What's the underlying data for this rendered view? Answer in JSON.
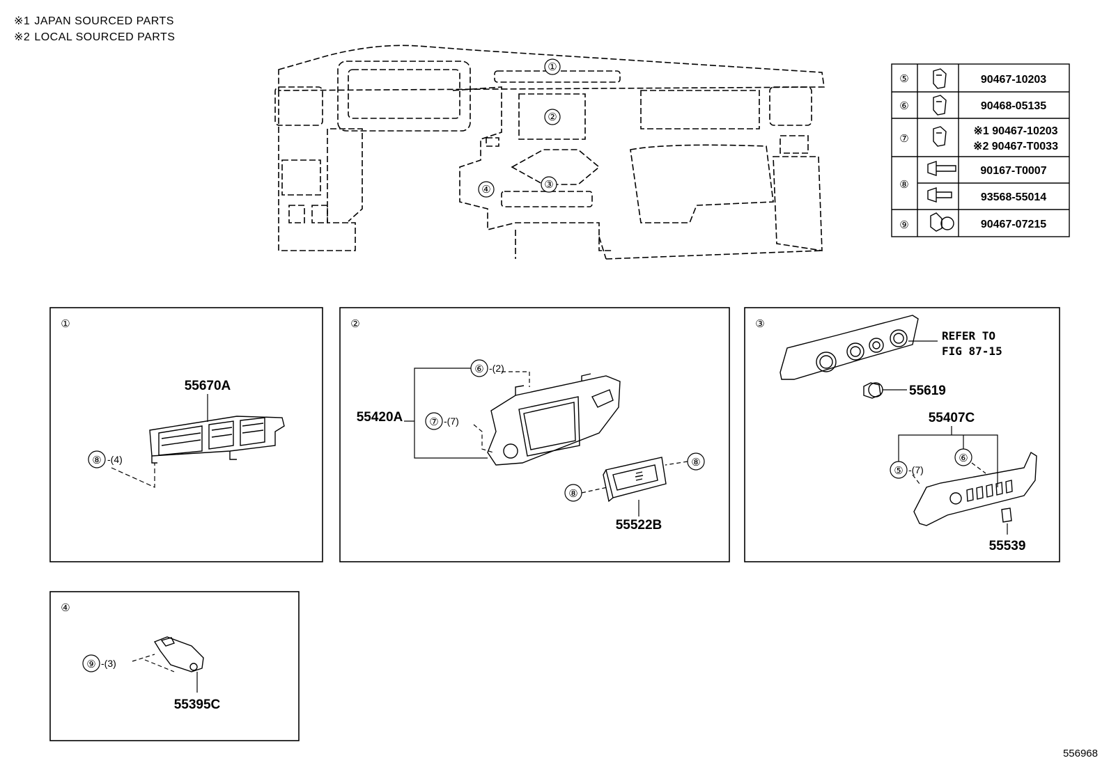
{
  "legend": [
    {
      "mark": "※1",
      "text": "JAPAN SOURCED PARTS"
    },
    {
      "mark": "※2",
      "text": "LOCAL SOURCED PARTS"
    }
  ],
  "overview": {
    "callouts": [
      "①",
      "②",
      "③",
      "④"
    ]
  },
  "fastener_table": {
    "rows": [
      {
        "key": "⑤",
        "icon": "clip-icon",
        "parts": [
          "90467-10203"
        ]
      },
      {
        "key": "⑥",
        "icon": "clip-icon",
        "parts": [
          "90468-05135"
        ]
      },
      {
        "key": "⑦",
        "icon": "clip-icon",
        "parts": [
          "※1 90467-10203",
          "※2 90467-T0033"
        ]
      },
      {
        "key": "⑧",
        "icon": "screw-icon",
        "parts": [
          "90167-T0007",
          "93568-55014"
        ]
      },
      {
        "key": "⑨",
        "icon": "push-rivet-icon",
        "parts": [
          "90467-07215"
        ]
      }
    ]
  },
  "panels": [
    {
      "id": "①",
      "parts": [
        "55670A"
      ],
      "callouts": [
        {
          "key": "⑧",
          "qty": "-(4)"
        }
      ]
    },
    {
      "id": "②",
      "parts": [
        "55420A",
        "55522B"
      ],
      "callouts": [
        {
          "key": "⑥",
          "qty": "-(2)"
        },
        {
          "key": "⑦",
          "qty": "-(7)"
        },
        {
          "key": "⑧",
          "qty": ""
        },
        {
          "key": "⑧",
          "qty": ""
        }
      ]
    },
    {
      "id": "③",
      "parts": [
        "55619",
        "55407C",
        "55539"
      ],
      "reference": [
        "REFER TO",
        "FIG 87-15"
      ],
      "callouts": [
        {
          "key": "⑤",
          "qty": "-(7)"
        },
        {
          "key": "⑥",
          "qty": ""
        }
      ]
    },
    {
      "id": "④",
      "parts": [
        "55395C"
      ],
      "callouts": [
        {
          "key": "⑨",
          "qty": "-(3)"
        }
      ]
    }
  ],
  "figure_number": "556968"
}
